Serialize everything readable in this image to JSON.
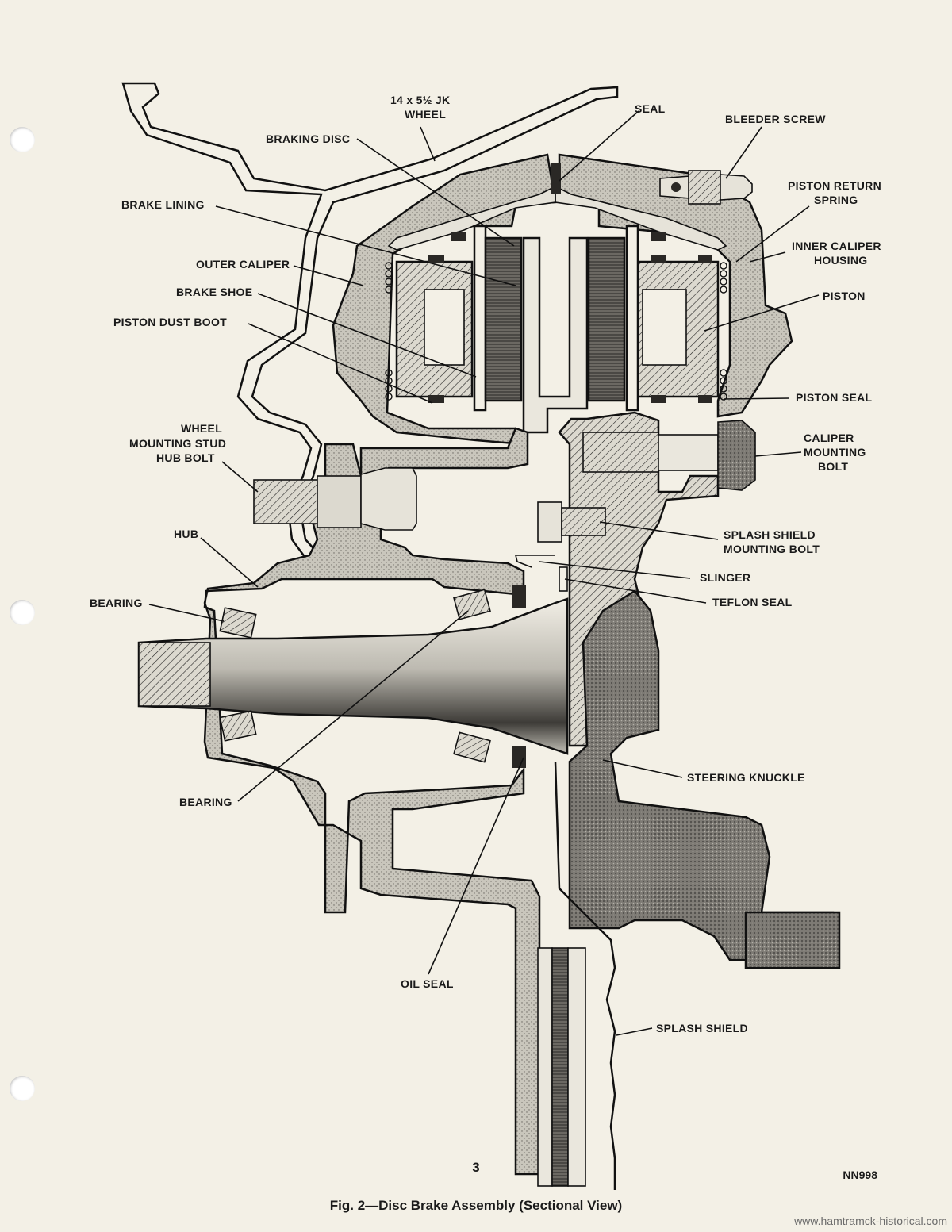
{
  "figure": {
    "caption": "Fig. 2—Disc Brake Assembly (Sectional View)",
    "code": "NN998",
    "page_number": "3"
  },
  "watermark": "www.hamtramck-historical.com",
  "labels": {
    "wheel_line1": "14 x 5½ JK",
    "wheel_line2": "WHEEL",
    "seal": "SEAL",
    "bleeder_screw": "BLEEDER SCREW",
    "braking_disc": "BRAKING DISC",
    "piston_return_spring_line1": "PISTON RETURN",
    "piston_return_spring_line2": "SPRING",
    "brake_lining": "BRAKE LINING",
    "inner_caliper_housing_line1": "INNER CALIPER",
    "inner_caliper_housing_line2": "HOUSING",
    "outer_caliper": "OUTER CALIPER",
    "brake_shoe": "BRAKE SHOE",
    "piston": "PISTON",
    "piston_dust_boot": "PISTON DUST BOOT",
    "piston_seal": "PISTON SEAL",
    "wheel_mounting_stud_line1": "WHEEL",
    "wheel_mounting_stud_line2": "MOUNTING STUD",
    "wheel_mounting_stud_line3": "HUB BOLT",
    "caliper_mounting_bolt_line1": "CALIPER",
    "caliper_mounting_bolt_line2": "MOUNTING",
    "caliper_mounting_bolt_line3": "BOLT",
    "splash_shield_mounting_bolt_line1": "SPLASH SHIELD",
    "splash_shield_mounting_bolt_line2": "MOUNTING BOLT",
    "hub": "HUB",
    "slinger": "SLINGER",
    "teflon_seal": "TEFLON SEAL",
    "bearing_outer": "BEARING",
    "steering_knuckle": "STEERING KNUCKLE",
    "bearing_inner": "BEARING",
    "oil_seal": "OIL SEAL",
    "splash_shield": "SPLASH SHIELD"
  },
  "colors": {
    "paper": "#f3f0e6",
    "ink": "#111111",
    "light_fill": "#c9c6bc",
    "dark_fill": "#7d7a74",
    "metal_fill": "#dcd9cf"
  }
}
